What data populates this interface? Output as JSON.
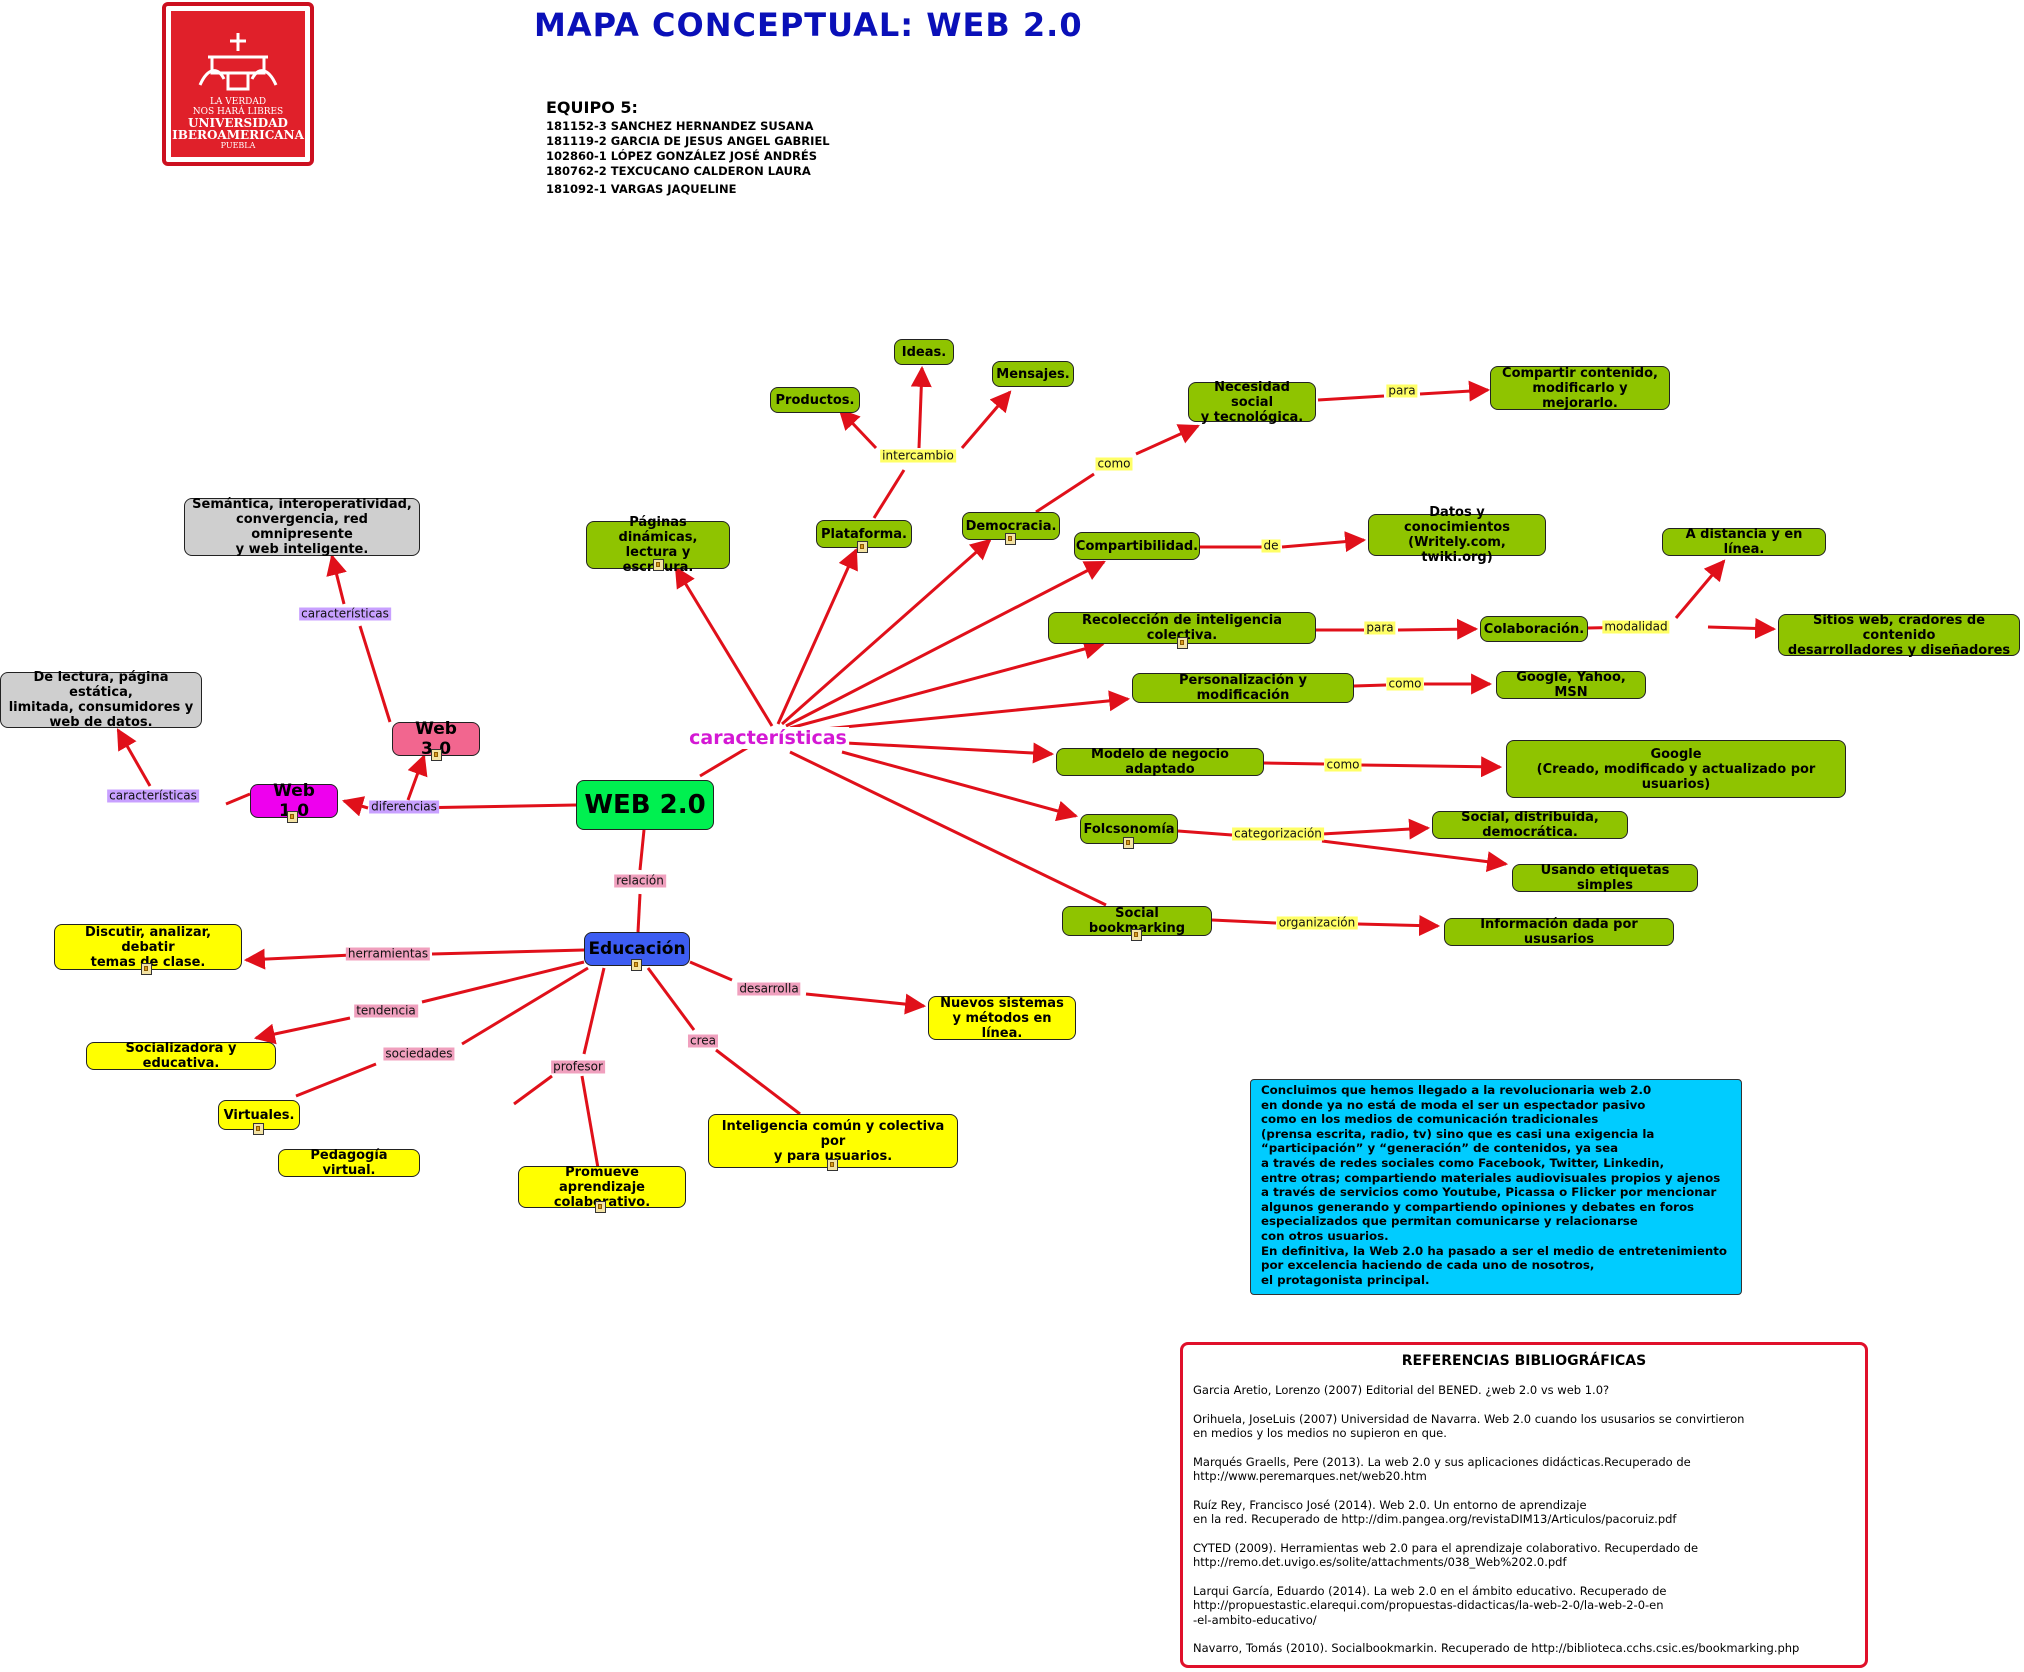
{
  "header": {
    "title": "MAPA CONCEPTUAL: WEB 2.0",
    "logo": {
      "line1": "LA VERDAD",
      "line2": "NOS HARÁ LIBRES",
      "line3": "UNIVERSIDAD",
      "line4": "IBEROAMERICANA",
      "line5": "PUEBLA"
    },
    "team": {
      "heading": "EQUIPO 5:",
      "members": [
        "181152-3 SANCHEZ HERNANDEZ SUSANA",
        "181119-2 GARCIA DE JESUS ANGEL GABRIEL",
        "102860-1 LÓPEZ GONZÁLEZ JOSÉ ANDRÉS",
        "180762-2 TEXCUCANO CALDERON LAURA",
        "181092-1 VARGAS JAQUELINE"
      ]
    }
  },
  "nodes": {
    "web20": "WEB  2.0",
    "caracteristicas_hub": "características",
    "paginas": "Páginas dinámicas,\nlectura y escritura.",
    "plataforma": "Plataforma.",
    "productos": "Productos.",
    "ideas": "Ideas.",
    "mensajes": "Mensajes.",
    "democracia": "Democracia.",
    "necesidad": "Necesidad social\ny tecnológica.",
    "compartir": "Compartir contenido,\nmodificarlo y mejorarlo.",
    "compartibilidad": "Compartibilidad.",
    "datos": "Datos y conocimientos\n(Writely.com, twiki.org)",
    "recoleccion": "Recolección de inteligencia colectiva.",
    "colaboracion": "Colaboración.",
    "distancia": "A distancia y en línea.",
    "sitios": "Sitios web, cradores de contenido\ndesarrolladores y diseñadores",
    "personalizacion": "Personalización y modificación",
    "google_yahoo": "Google, Yahoo, MSN",
    "modelo": "Modelo de negocio adaptado",
    "google_creado": "Google\n(Creado, modificado y actualizado por usuarios)",
    "folcsonomia": "Folcsonomía",
    "social_dist": "Social, distribuida, democrática.",
    "etiquetas": "Usando etiquetas simples",
    "bookmarking": "Social bookmarking",
    "informacion": "Información dada por ususarios",
    "web30": "Web 3.0",
    "semantica": "Semántica, interoperatividad,\nconvergencia, red omnipresente\ny web inteligente.",
    "web10": "Web 1.0",
    "lectura": "De lectura, página estática,\nlimitada, consumidores y\nweb de datos.",
    "educacion": "Educación",
    "discutir": "Discutir, analizar, debatir\ntemas de clase.",
    "socializadora": "Socializadora y educativa.",
    "virtuales": "Virtuales.",
    "pedagogia": "Pedagogía virtual.",
    "promueve": "Promueve aprendizaje\ncolaborativo.",
    "inteligencia": "Inteligencia común y colectiva por\ny para usuarios.",
    "nuevos": "Nuevos sistemas\ny métodos en línea."
  },
  "link_labels": {
    "intercambio": "intercambio",
    "como1": "como",
    "para1": "para",
    "de": "de",
    "para2": "para",
    "modalidad": "modalidad",
    "como2": "como",
    "como3": "como",
    "categorizacion": "categorización",
    "organizacion": "organización",
    "caracteristicas_w3": "características",
    "caracteristicas_w1": "características",
    "diferencias": "diferencias",
    "relacion": "relación",
    "herramientas": "herramientas",
    "tendencia": "tendencia",
    "sociedades": "sociedades",
    "profesor": "profesor",
    "crea": "crea",
    "desarrolla": "desarrolla"
  },
  "conclusion": "Concluimos que hemos llegado a la revolucionaria web 2.0\nen donde ya no está de moda el ser un espectador pasivo\ncomo en los medios de comunicación tradicionales\n(prensa escrita, radio, tv)  sino que es casi una exigencia la\n“participación” y “generación” de contenidos, ya sea\na través de redes sociales como Facebook, Twitter, Linkedin,\nentre otras; compartiendo materiales audiovisuales propios y ajenos\na través de servicios como Youtube, Picassa o Flicker por mencionar\nalgunos generando y compartiendo opiniones y debates en foros\nespecializados que permitan comunicarse y relacionarse\ncon otros usuarios.\nEn definitiva, la Web 2.0 ha pasado a ser el medio de entretenimiento\npor excelencia haciendo de cada uno de nosotros,\nel protagonista principal.",
  "references": {
    "title": "REFERENCIAS BIBLIOGRÁFICAS",
    "items": [
      "Garcia Aretio, Lorenzo (2007) Editorial del BENED. ¿web 2.0 vs web 1.0?",
      "Orihuela, JoseLuis (2007) Universidad de Navarra. Web 2.0 cuando los ususarios se convirtieron\n en medios y los medios no supieron en que.",
      "Marqués Graells, Pere (2013). La web 2.0 y sus aplicaciones didácticas.Recuperado de\nhttp://www.peremarques.net/web20.htm",
      "Ruíz Rey, Francisco José (2014). Web 2.0. Un entorno de aprendizaje\nen la red. Recuperado de http://dim.pangea.org/revistaDIM13/Articulos/pacoruiz.pdf",
      "CYTED (2009). Herramientas web 2.0 para el aprendizaje colaborativo. Recuperdado de\nhttp://remo.det.uvigo.es/solite/attachments/038_Web%202.0.pdf",
      "Larqui García, Eduardo (2014). La web 2.0 en el ámbito educativo. Recuperado de\nhttp://propuestastic.elarequi.com/propuestas-didacticas/la-web-2-0/la-web-2-0-en\n-el-ambito-educativo/",
      "Navarro, Tomás (2010). Socialbookmarkin. Recuperado de http://biblioteca.cchs.csic.es/bookmarking.php"
    ]
  }
}
